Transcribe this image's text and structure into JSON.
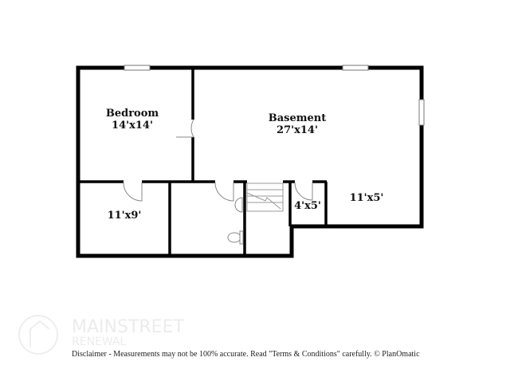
{
  "rooms": [
    {
      "name": "Bedroom",
      "size": "14'x14'"
    },
    {
      "name": "Basement",
      "size": "27'x14'"
    },
    {
      "name": "",
      "size": "11'x9'"
    },
    {
      "name": "",
      "size": "4'x5'"
    },
    {
      "name": "",
      "size": "11'x5'"
    }
  ],
  "logo": {
    "line1": "MAINSTREET",
    "line2": "RENEWAL"
  },
  "disclaimer": "Disclaimer - Measurements may not be 100% accurate. Read \"Terms & Conditions\" carefully. © PlanOmatic",
  "colors": {
    "wall": "#000000",
    "logo": "#ececec"
  }
}
